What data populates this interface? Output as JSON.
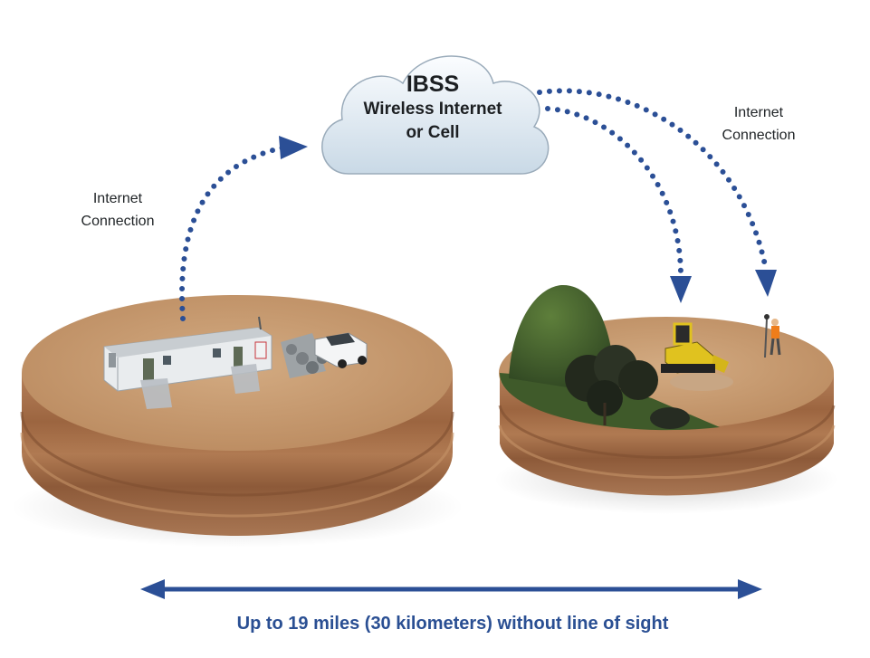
{
  "cloud": {
    "title": "IBSS",
    "line1": "Wireless Internet",
    "line2": "or Cell"
  },
  "left_connection": {
    "line1": "Internet",
    "line2": "Connection"
  },
  "right_connection": {
    "line1": "Internet",
    "line2": "Connection"
  },
  "distance_caption": "Up to 19 miles (30 kilometers) without line of sight",
  "colors": {
    "arrow_blue": "#2b4f96",
    "soil_top": "#c6996f",
    "soil_side": "#a57048",
    "cloud_fill": "#e6eef4",
    "grass": "#3f5a2a",
    "caption_blue": "#2a4f93"
  }
}
